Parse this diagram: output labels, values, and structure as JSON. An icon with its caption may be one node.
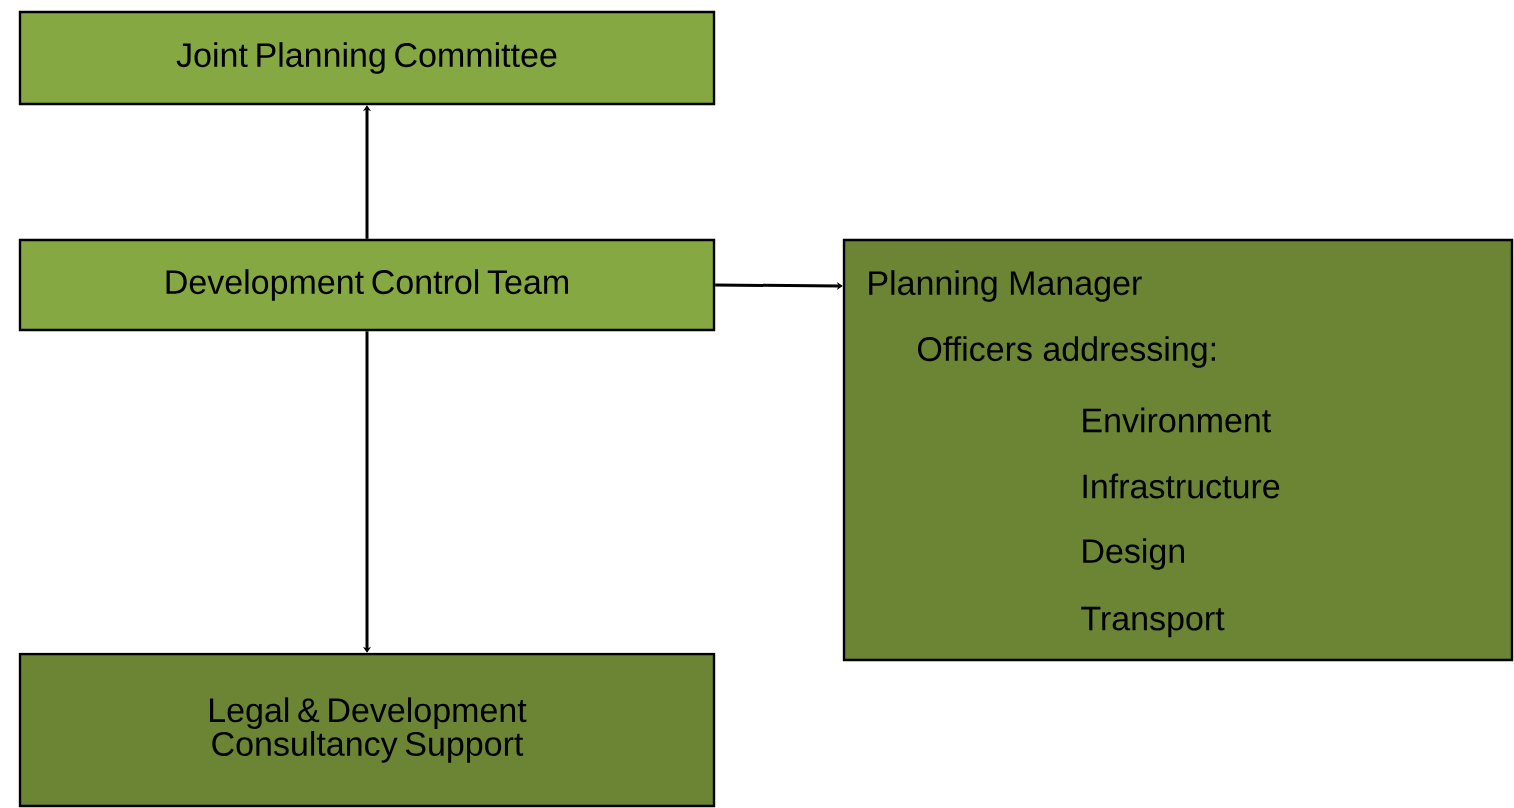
{
  "diagram": {
    "nodes": [
      {
        "text": [
          "Joint Planning Committee"
        ]
      },
      {
        "text": [
          "Development Control Team"
        ]
      },
      {
        "text": [
          "Planning Manager",
          "Officers addressing:",
          "Environment",
          "Infrastructure",
          "Design",
          "Transport"
        ]
      },
      {
        "text": [
          "Legal & Development Consultancy Support"
        ]
      }
    ],
    "edges": [
      {
        "from": 1,
        "to": 0,
        "arrow": "to"
      },
      {
        "from": 1,
        "to": 2,
        "arrow": "to"
      },
      {
        "from": 1,
        "to": 3,
        "arrow": "to"
      }
    ]
  }
}
